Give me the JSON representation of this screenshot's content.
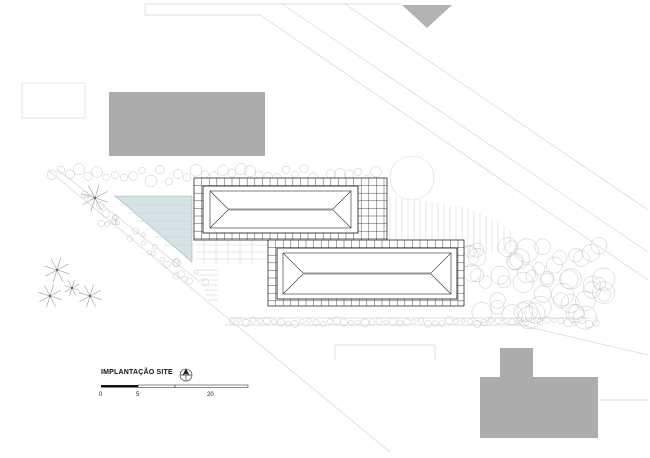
{
  "drawing": {
    "title": "IMPLANTAÇÃO SITE",
    "scale_labels": [
      "0",
      "5",
      "20"
    ],
    "colors": {
      "line": "#b9b9b9",
      "building_fill": "#acacac",
      "pool_fill": "#d6e3e6",
      "roof_line": "#2a2a2a"
    },
    "icons": [
      "north-arrow-icon",
      "tree-icon"
    ]
  }
}
